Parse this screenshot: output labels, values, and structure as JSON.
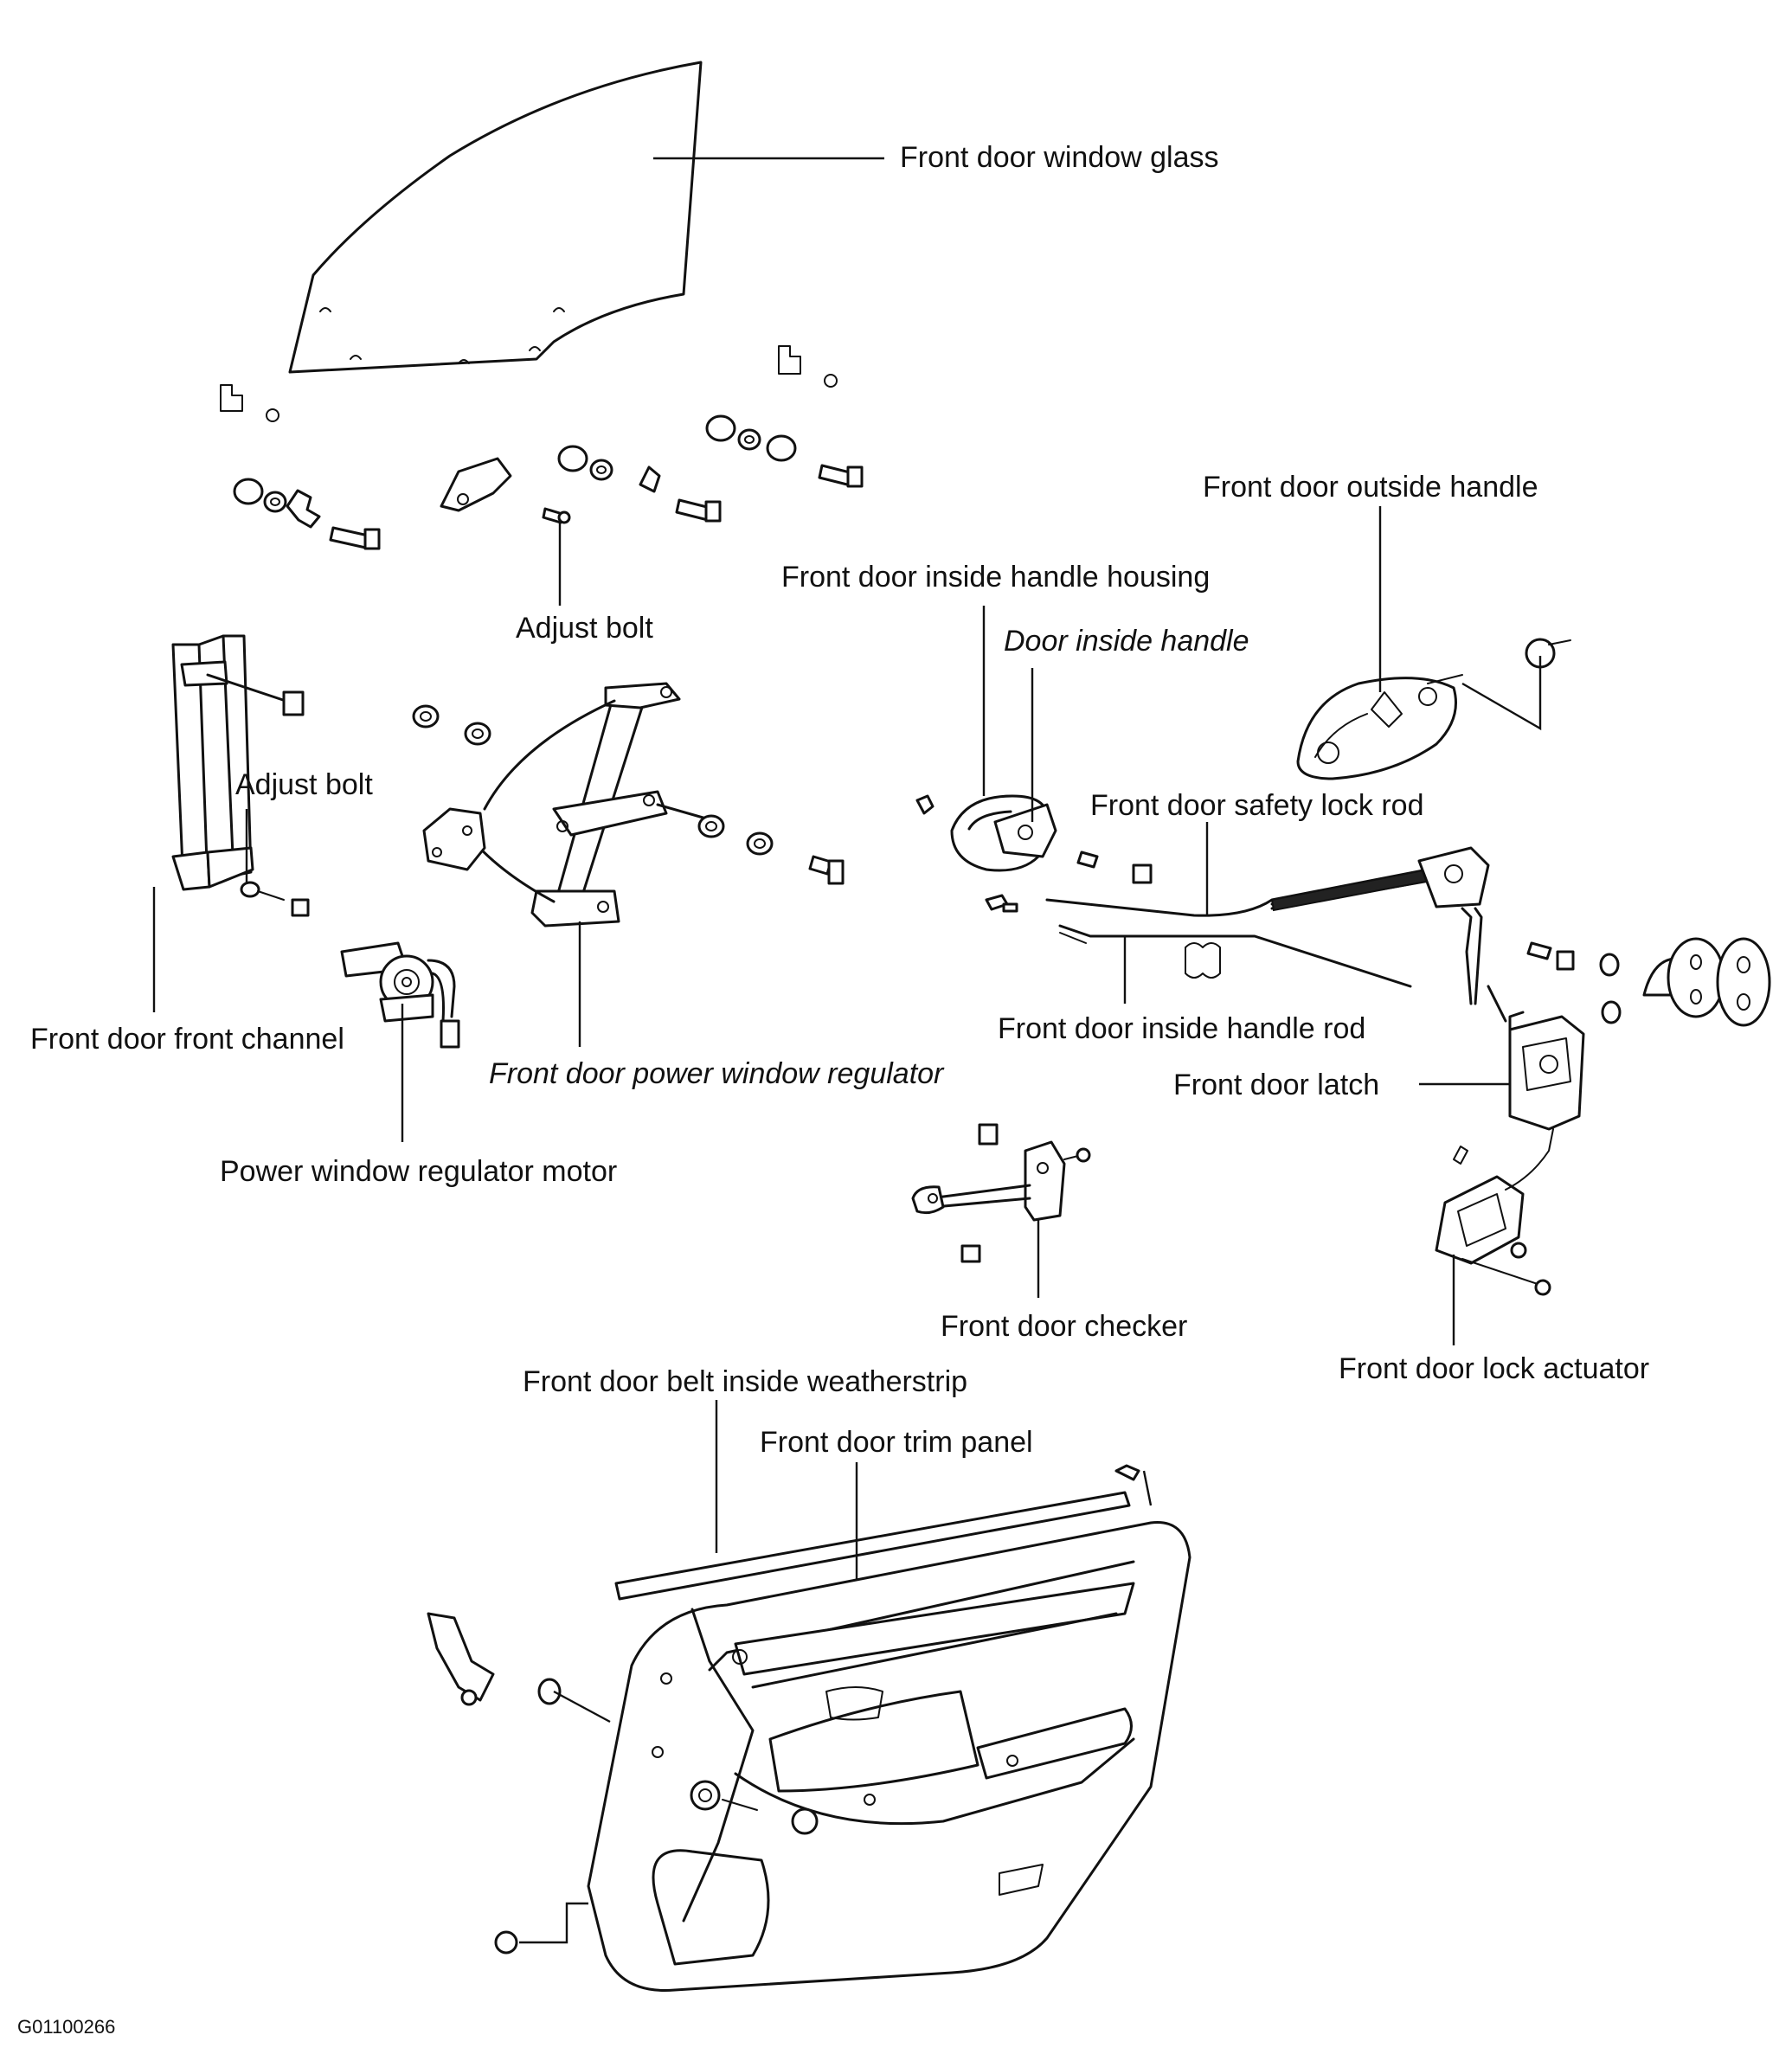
{
  "labels": {
    "window_glass": "Front door window glass",
    "outside_handle": "Front door outside handle",
    "inside_handle_housing": "Front door inside handle housing",
    "door_inside_handle": "Door inside handle",
    "adjust_bolt_top": "Adjust bolt",
    "adjust_bolt_left": "Adjust bolt",
    "safety_lock_rod": "Front door safety lock rod",
    "front_channel": "Front door front channel",
    "power_window_regulator": "Front door power window regulator",
    "inside_handle_rod": "Front door inside handle rod",
    "latch": "Front door latch",
    "regulator_motor": "Power window regulator motor",
    "checker": "Front door checker",
    "lock_actuator": "Front door lock actuator",
    "belt_inside_weatherstrip": "Front door belt inside weatherstrip",
    "trim_panel": "Front door trim panel"
  },
  "figure_code": "G01100266"
}
